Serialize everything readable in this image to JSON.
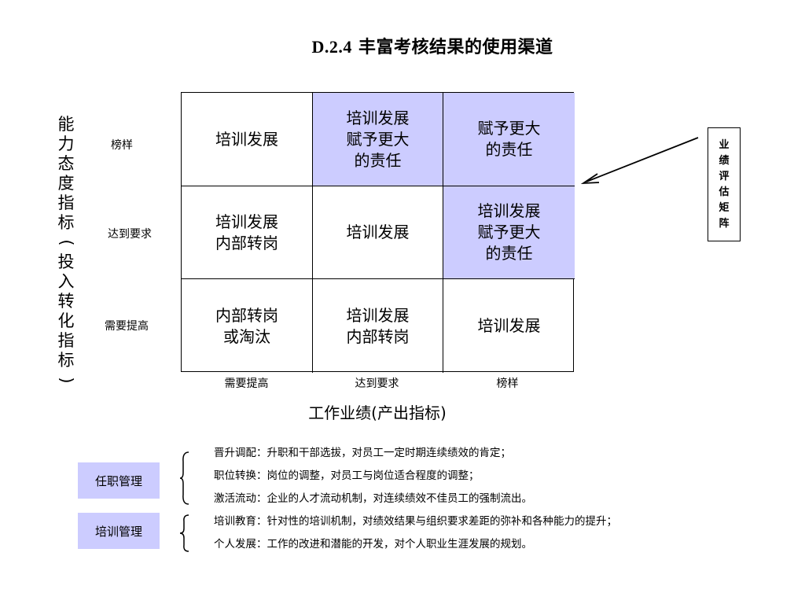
{
  "title": {
    "code": "D.2.4",
    "text": "丰富考核结果的使用渠道"
  },
  "y_axis_title": [
    "能",
    "力",
    "态",
    "度",
    "指",
    "标",
    "(",
    "投",
    "入",
    "转",
    "化",
    "指",
    "标",
    ")"
  ],
  "x_axis_title": "工作业绩(产出指标)",
  "row_labels": [
    "榜样",
    "达到要求",
    "需要提高"
  ],
  "col_labels": [
    "需要提高",
    "达到要求",
    "榜样"
  ],
  "matrix": [
    [
      {
        "text": "培训发展",
        "highlight": false
      },
      {
        "text": "培训发展\n赋予更大\n的责任",
        "highlight": true
      },
      {
        "text": "赋予更大\n的责任",
        "highlight": true
      }
    ],
    [
      {
        "text": "培训发展\n内部转岗",
        "highlight": false
      },
      {
        "text": "培训发展",
        "highlight": false
      },
      {
        "text": "培训发展\n赋予更大\n的责任",
        "highlight": true
      }
    ],
    [
      {
        "text": "内部转岗\n或淘汰",
        "highlight": false
      },
      {
        "text": "培训发展\n内部转岗",
        "highlight": false
      },
      {
        "text": "培训发展",
        "highlight": false
      }
    ]
  ],
  "matrix_box": [
    "业",
    "绩",
    "评",
    "估",
    "矩",
    "阵"
  ],
  "colors": {
    "highlight": "#ccccff",
    "border": "#000000"
  },
  "management": [
    {
      "tag": "任职管理",
      "items": [
        "晋升调配：升职和干部选拔，对员工一定时期连续绩效的肯定；",
        "职位转换：岗位的调整，对员工与岗位适合程度的调整；",
        "激活流动：企业的人才流动机制，对连续绩效不佳员工的强制流出。"
      ]
    },
    {
      "tag": "培训管理",
      "items": [
        "培训教育：针对性的培训机制，对绩效结果与组织要求差距的弥补和各种能力的提升；",
        "个人发展：工作的改进和潜能的开发，对个人职业生涯发展的规划。"
      ]
    }
  ]
}
